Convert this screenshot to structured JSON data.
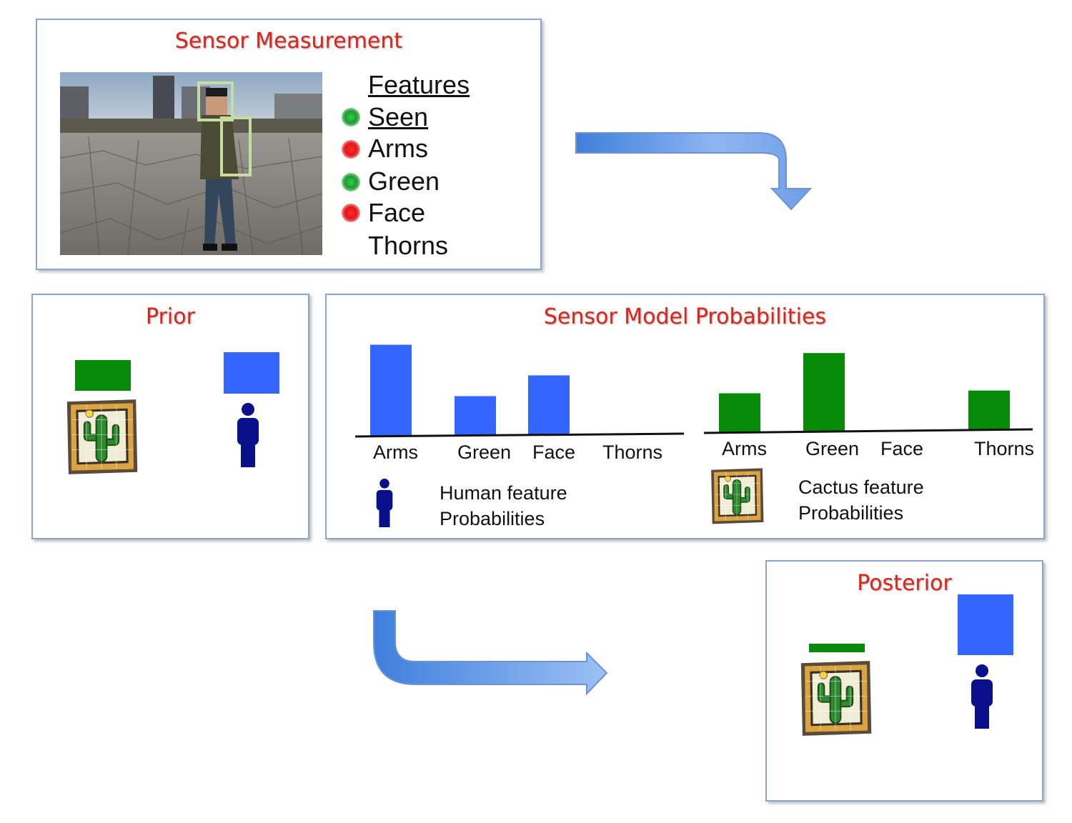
{
  "sensor_measurement": {
    "title": "Sensor Measurement",
    "features_header": "Features",
    "seen_header": "Seen",
    "features": [
      {
        "label": "Arms",
        "status": "seen"
      },
      {
        "label": "Green",
        "status": "not-seen"
      },
      {
        "label": "Face",
        "status": "seen"
      },
      {
        "label": "Thorns",
        "status": "not-seen"
      }
    ],
    "status_colors": {
      "seen": "#1d9a30",
      "not-seen": "#e01818"
    }
  },
  "prior": {
    "title": "Prior",
    "cactus_value": 0.43,
    "human_value": 0.58,
    "icons": [
      "cactus-icon",
      "person-icon"
    ]
  },
  "sensor_model": {
    "title": "Sensor Model Probabilities",
    "human_caption_line1": "Human feature",
    "human_caption_line2": "Probabilities",
    "cactus_caption_line1": "Cactus feature",
    "cactus_caption_line2": "Probabilities"
  },
  "posterior": {
    "title": "Posterior",
    "cactus_value": 0.12,
    "human_value": 0.85
  },
  "colors": {
    "human": "#3366ff",
    "cactus": "#078a07",
    "person": "#0a0f8c",
    "title": "#d8261c"
  },
  "chart_data": [
    {
      "type": "bar",
      "categories": [
        "Arms",
        "Green",
        "Face",
        "Thorns"
      ],
      "values": [
        1.0,
        0.43,
        0.65,
        0.0
      ],
      "title": "",
      "color": "#3366ff"
    },
    {
      "type": "bar",
      "categories": [
        "Arms",
        "Green",
        "Face",
        "Thorns"
      ],
      "values": [
        0.5,
        1.0,
        0.0,
        0.5
      ],
      "title": "",
      "color": "#078a07"
    }
  ]
}
